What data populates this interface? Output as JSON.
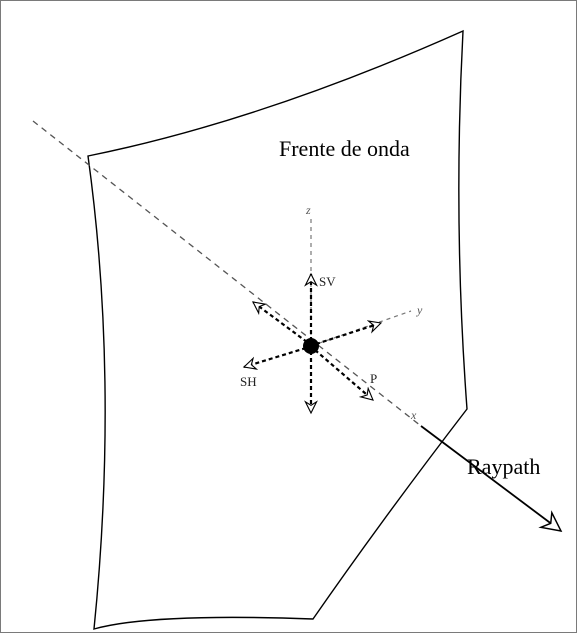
{
  "labels": {
    "wavefront": "Frente de onda",
    "raypath": "Raypath",
    "z_axis": "z",
    "y_axis": "y",
    "x_axis": "x",
    "sv": "SV",
    "sh": "SH",
    "p": "P"
  },
  "colors": {
    "line": "#000000",
    "dashed_axis": "#7a7a7a",
    "border": "#7a7a7a"
  }
}
